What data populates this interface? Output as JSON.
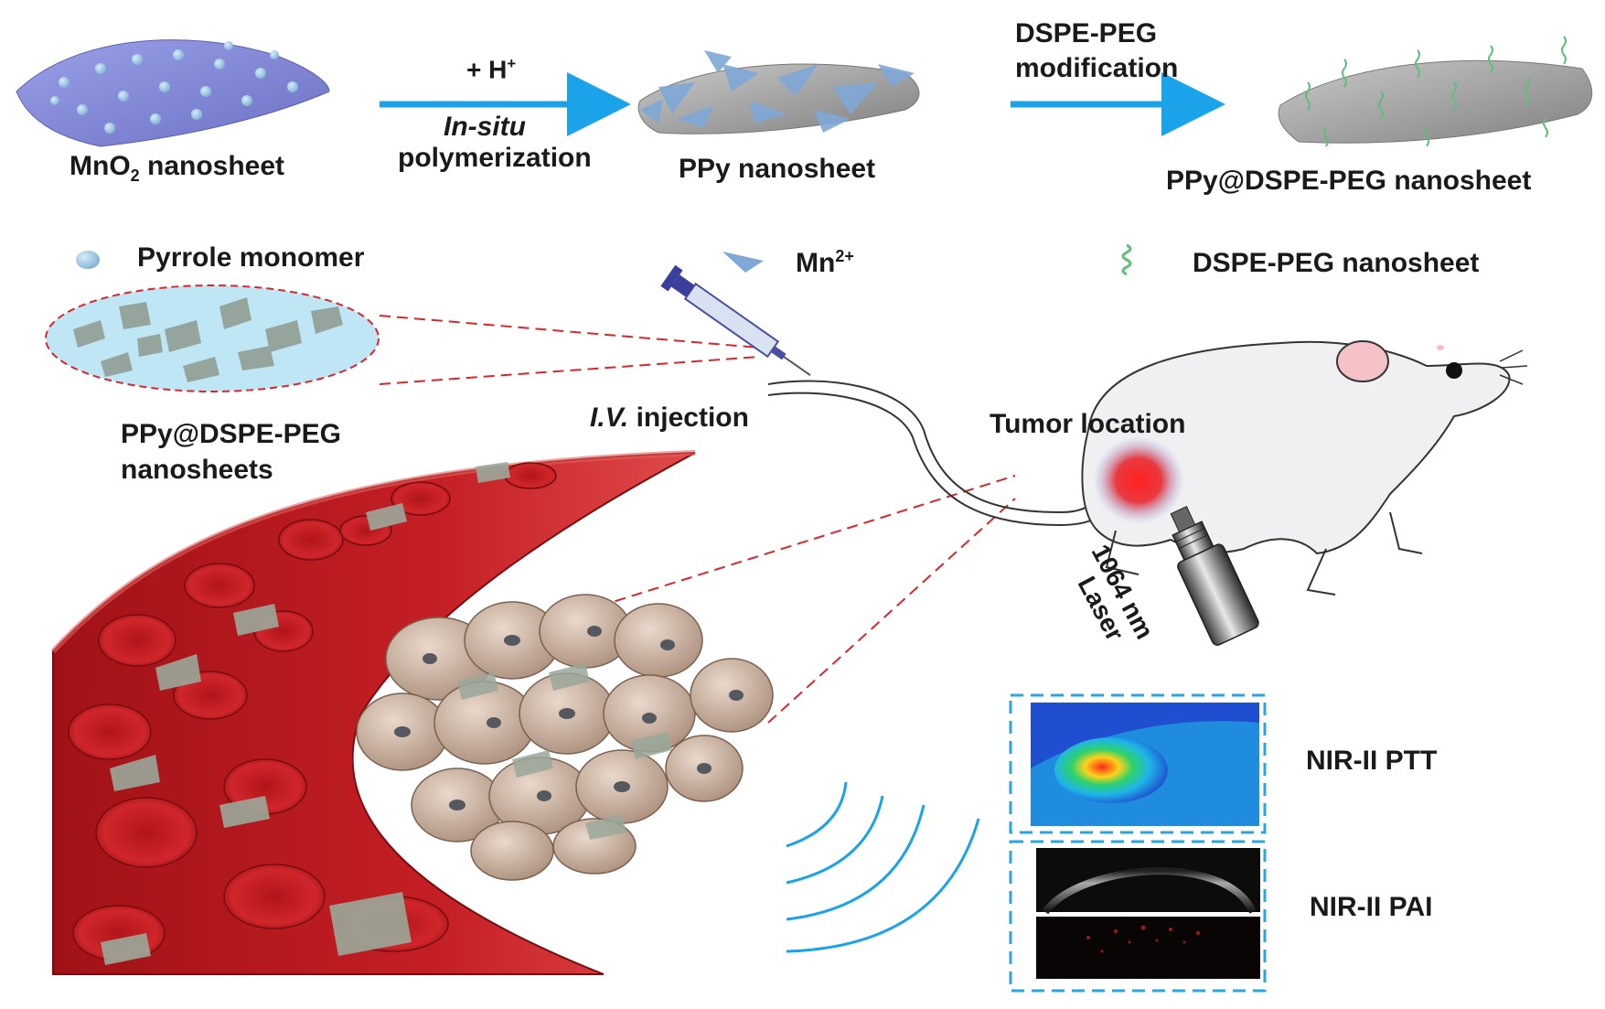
{
  "synthesis": {
    "mno2_label_main": "MnO",
    "mno2_label_sub": "2",
    "mno2_label_tail": " nanosheet",
    "step1_reagent_main": "+ H",
    "step1_reagent_sup": "+",
    "step1_method_italic": "In-situ",
    "step1_method": "polymerization",
    "ppy_label": "PPy nanosheet",
    "step2_line1": "DSPE-PEG",
    "step2_line2": "modification",
    "final_label": "PPy@DSPE-PEG nanosheet"
  },
  "legend": {
    "pyrrole": "Pyrrole monomer",
    "mn_main": "Mn",
    "mn_sup": "2+",
    "dspe": "DSPE-PEG nanosheet"
  },
  "application": {
    "nanosheets_line1": "PPy@DSPE-PEG",
    "nanosheets_line2": "nanosheets",
    "iv_italic": "I.V.",
    "iv_text": " injection",
    "tumor": "Tumor location",
    "laser_line1": "1064 nm",
    "laser_line2": "Laser",
    "ptt": "NIR-II PTT",
    "pai": "NIR-II PAI"
  },
  "colors": {
    "arrow": "#1aa3e8",
    "dashed_red": "#d9262b",
    "dashed_blue": "#2aa5df",
    "vessel": "#b5181c",
    "mno2_sheet": "#8b90d8",
    "sheet_gray": "#9a9a9a",
    "peg_green": "#5cbf7a",
    "cell": "#c8b3a4"
  }
}
